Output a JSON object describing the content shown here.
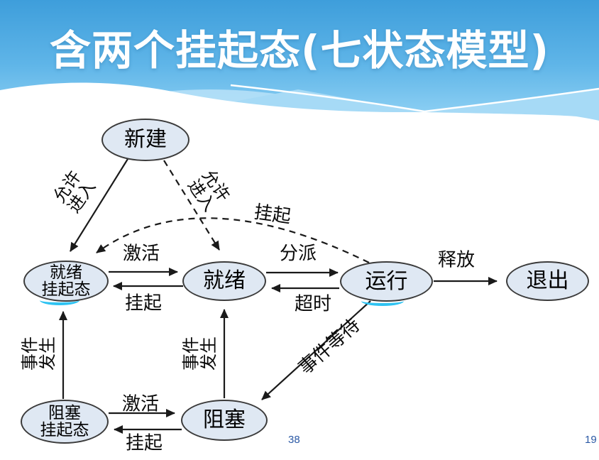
{
  "slide": {
    "title": "含两个挂起态(七状态模型)",
    "page_number_center": "38",
    "page_number_corner": "19"
  },
  "colors": {
    "sky_top": "#3e9edb",
    "sky_bottom": "#86ccf2",
    "wave_light_blue": "#a6daf6",
    "state_fill": "#dfe8f3",
    "state_stroke": "#3b3b3b",
    "arrow_color": "#1a1a1a",
    "title_color": "#ffffff",
    "page_number_color": "#2b59a5",
    "accent_cyan": "#2fc3f2"
  },
  "diagram": {
    "states": {
      "new": {
        "label": "新建"
      },
      "ready_suspend": {
        "line1": "就绪",
        "line2": "挂起态"
      },
      "ready": {
        "label": "就绪"
      },
      "running": {
        "label": "运行"
      },
      "exit": {
        "label": "退出"
      },
      "blocked_suspend": {
        "line1": "阻塞",
        "line2": "挂起态"
      },
      "blocked": {
        "label": "阻塞"
      }
    },
    "transitions": {
      "admit_solid": {
        "line1": "允许",
        "line2": "进入"
      },
      "admit_dashed": {
        "line1": "允许",
        "line2": "进入"
      },
      "suspend_arc": "挂起",
      "activate_top": "激活",
      "suspend_top": "挂起",
      "dispatch": "分派",
      "timeout": "超时",
      "release": "释放",
      "event_occurs_left": {
        "line1": "事件",
        "line2": "发生"
      },
      "event_occurs_right": {
        "line1": "事件",
        "line2": "发生"
      },
      "event_wait": "事件等待",
      "activate_bottom": "激活",
      "suspend_bottom": "挂起"
    }
  }
}
